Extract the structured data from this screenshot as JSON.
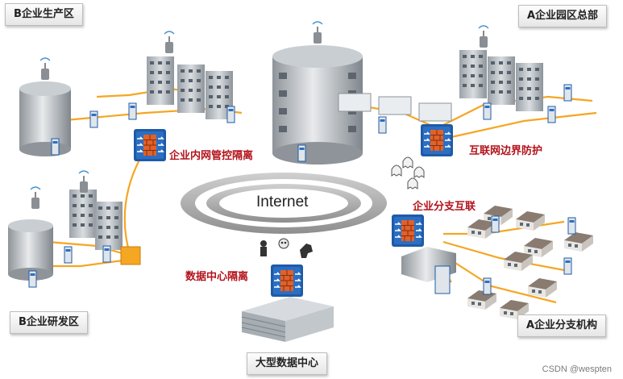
{
  "labels": {
    "b_production": "B企业生产区",
    "a_headquarters": "A企业园区总部",
    "b_rnd": "B企业研发区",
    "a_branch": "A企业分支机构",
    "datacenter": "大型数据中心"
  },
  "firewall_labels": {
    "intranet": "企业内网管控隔离",
    "internet_border": "互联网边界防护",
    "branch": "企业分支互联",
    "datacenter": "数据中心隔离"
  },
  "internet": "Internet",
  "watermark": "CSDN @wespten",
  "colors": {
    "link": "#f5a623",
    "firewall_blue": "#1f5aa6",
    "firewall_brick": "#e0622a",
    "label_red": "#b3121b"
  }
}
